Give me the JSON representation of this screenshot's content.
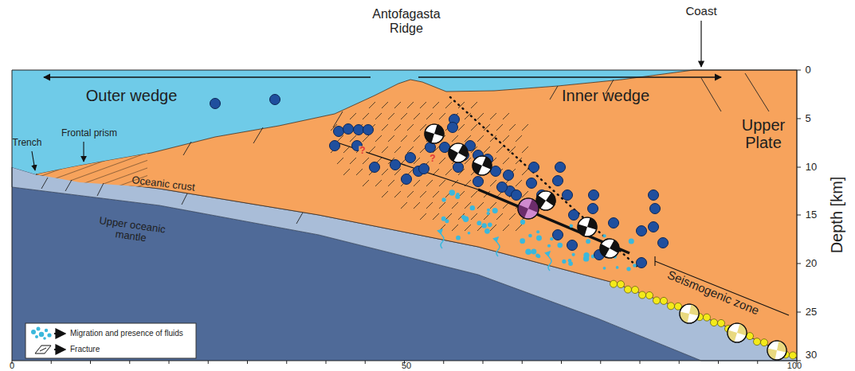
{
  "diagram": {
    "labels": [
      "Antofagasta Ridge",
      "Coast",
      "Outer wedge",
      "Inner wedge",
      "Upper Plate",
      "Trench",
      "Frontal prism",
      "Oceanic crust",
      "Upper oceanic mantle",
      "Seismogenic zone",
      "?",
      "?",
      "Depth [km]",
      "0",
      "5",
      "10",
      "15",
      "20",
      "25",
      "30",
      "0",
      "50",
      "100"
    ],
    "legend": [
      {
        "text": "Migration and presence of fluids"
      },
      {
        "text": "Fracture"
      }
    ]
  }
}
